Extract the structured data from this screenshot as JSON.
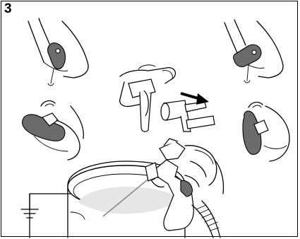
{
  "step": {
    "number": "3"
  },
  "colors": {
    "lock_grey": "#6b6b6b",
    "paint": "#e6e6e6",
    "ink": "#000000"
  },
  "illustrations": [
    "hand-turning-trigger-lock-locked",
    "hand-turning-trigger-lock-unlocked",
    "tip-guard-removal",
    "spray-gun-into-grounded-pail"
  ]
}
